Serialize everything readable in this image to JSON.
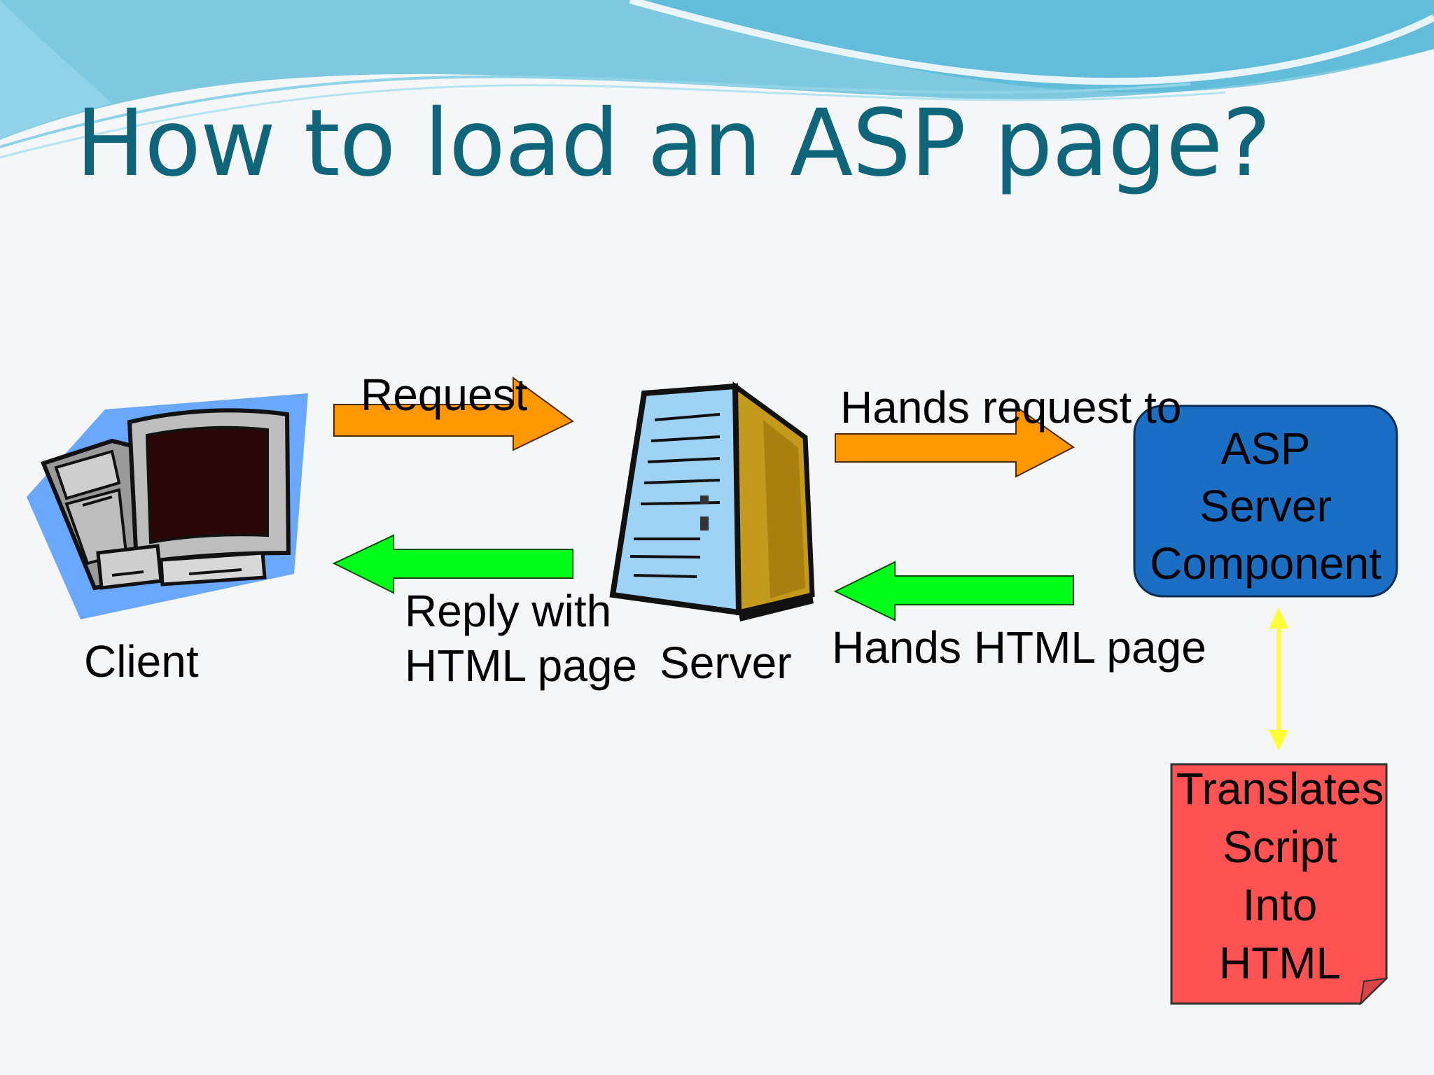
{
  "slide": {
    "title": "How to load an ASP page?"
  },
  "nodes": {
    "client": {
      "label": "Client",
      "icon": "desktop-computer-icon"
    },
    "server": {
      "label": "Server",
      "icon": "server-tower-icon"
    },
    "asp_component": {
      "lines": [
        "ASP",
        "Server",
        "Component"
      ],
      "color": "#1a6fc4"
    },
    "translates": {
      "lines": [
        "Translates",
        "Script",
        "Into",
        "HTML"
      ],
      "color": "#ff5252"
    }
  },
  "edges": {
    "request": {
      "label": "Request",
      "color": "#ff9800"
    },
    "reply": {
      "lines": [
        "Reply with",
        "HTML page"
      ],
      "color": "#00ff19"
    },
    "hands_request": {
      "label": "Hands request to",
      "color": "#ff9800"
    },
    "hands_html": {
      "label": "Hands HTML page",
      "color": "#00ff19"
    },
    "translate_link": {
      "color": "#ffff33"
    }
  }
}
